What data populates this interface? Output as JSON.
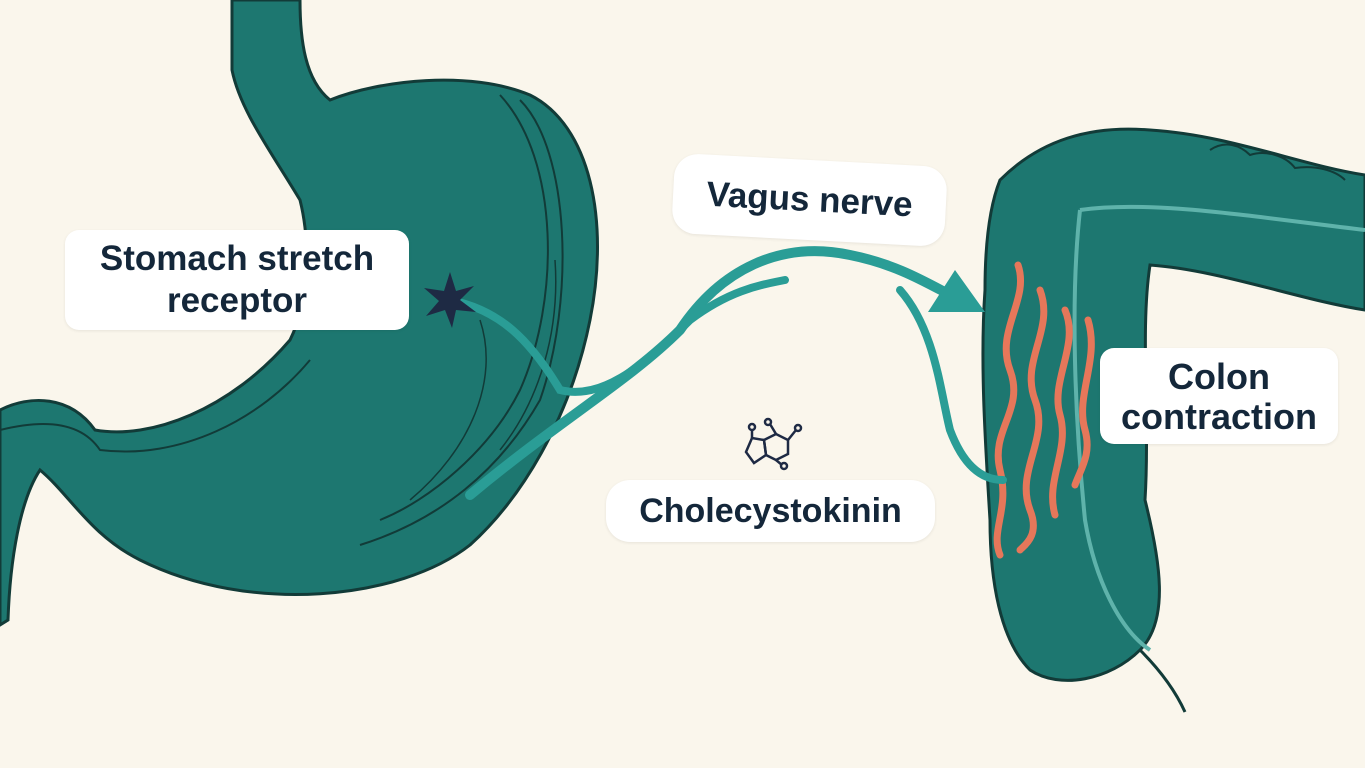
{
  "labels": {
    "stomach_line1": "Stomach stretch",
    "stomach_line2": "receptor",
    "vagus": "Vagus nerve",
    "colon_line1": "Colon",
    "colon_line2": "contraction",
    "hormone": "Cholecystokinin"
  },
  "colors": {
    "background": "#faf6ec",
    "organ_fill": "#1d7770",
    "organ_outline": "#123b38",
    "nerve": "#2a9d96",
    "receptor": "#1e2a44",
    "contraction_waves": "#e6775a",
    "label_text": "#14273a"
  },
  "icons": [
    "receptor-star-icon",
    "molecule-icon",
    "nerve-arrow-icon"
  ]
}
